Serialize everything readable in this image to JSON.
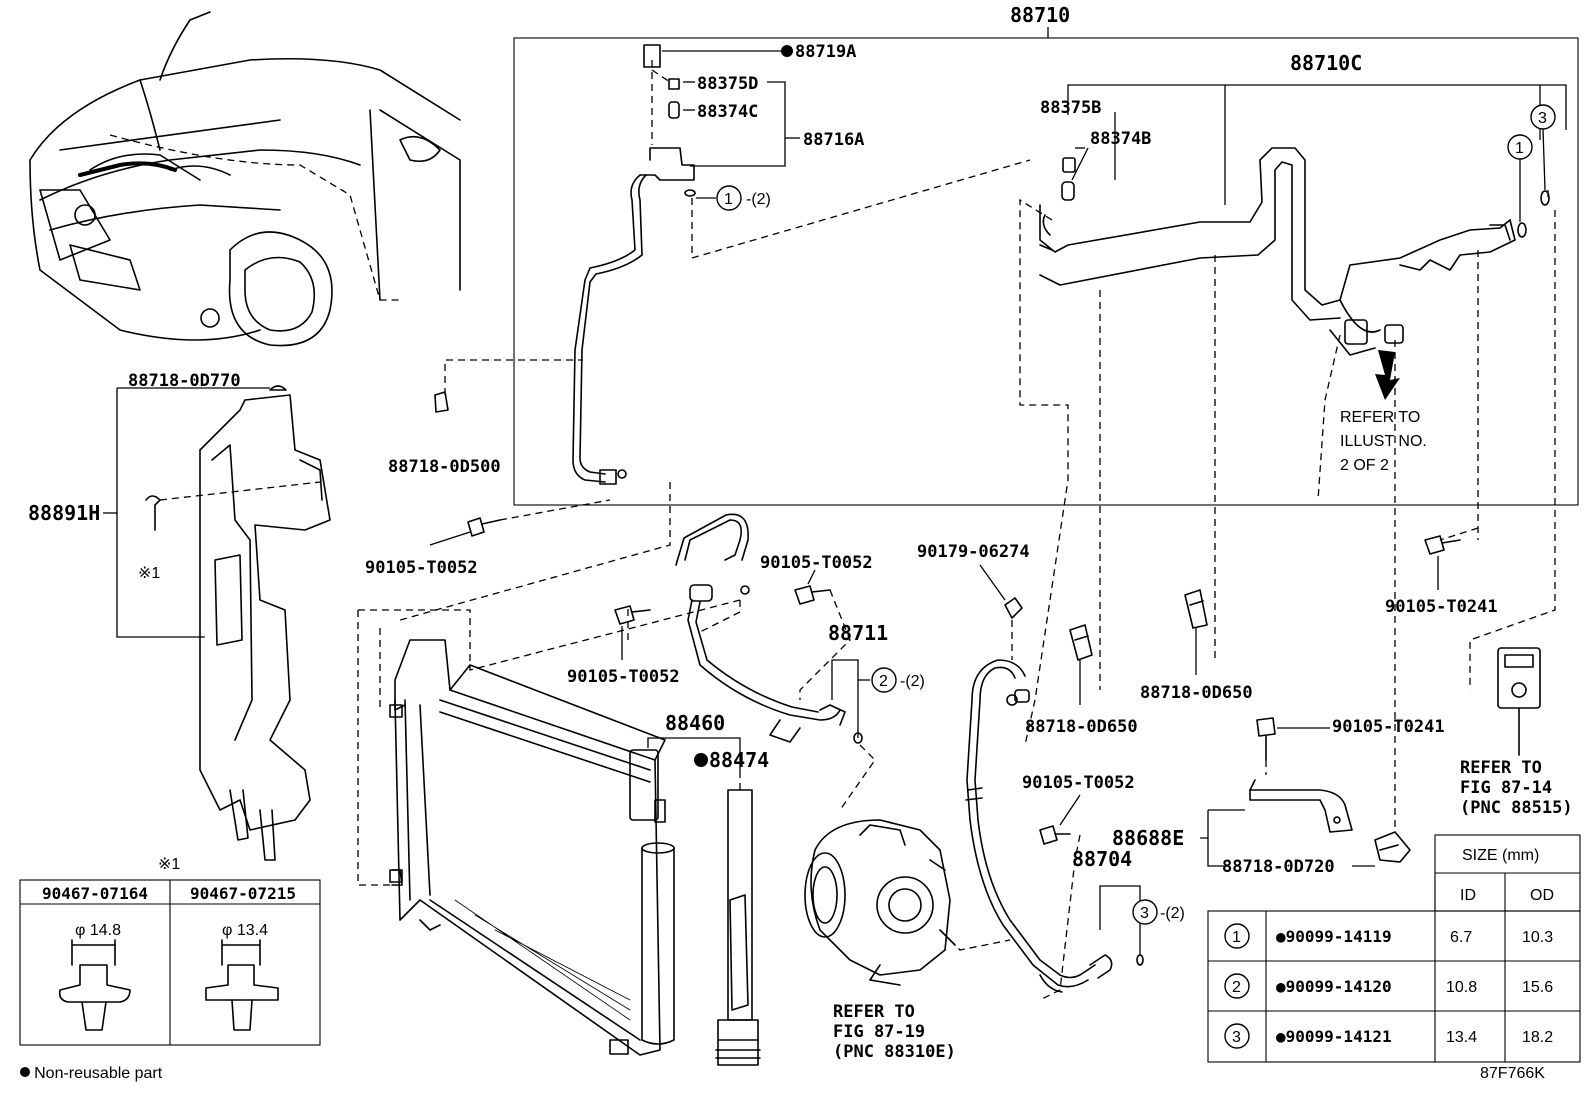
{
  "labels": {
    "assy_88710": "88710",
    "p88719A": "●88719A",
    "p88375D": "88375D",
    "p88374C": "88374C",
    "p88716A": "88716A",
    "ring_1_qty": "(2)",
    "p88710C": "88710C",
    "p88375B": "88375B",
    "p88374B": "88374B",
    "refer_illust": [
      "REFER TO",
      "ILLUST NO.",
      "2 OF 2"
    ],
    "p88718_0D770": "88718-0D770",
    "p88891H": "88891H",
    "clip_mark": "※1",
    "p88718_0D500": "88718-0D500",
    "p90105_T0052_a": "90105-T0052",
    "p90105_T0052_b": "90105-T0052",
    "p90105_T0052_c": "90105-T0052",
    "p90105_T0052_d": "90105-T0052",
    "p90179_06274": "90179-06274",
    "p88711": "88711",
    "ring_2_qty": "(2)",
    "p88718_0D650_a": "88718-0D650",
    "p88718_0D650_b": "88718-0D650",
    "p90105_T0241_a": "90105-T0241",
    "p90105_T0241_b": "90105-T0241",
    "refer_fig_8714": [
      "REFER TO",
      "FIG 87-14",
      "(PNC 88515)"
    ],
    "p88460": "88460",
    "p88474": "●88474",
    "p88688E": "88688E",
    "p88718_0D720": "88718-0D720",
    "p88704": "88704",
    "ring_3_qty": "(2)",
    "refer_fig_8719": [
      "REFER TO",
      "FIG 87-19",
      "(PNC 88310E)"
    ],
    "legend": "● Non-reusable part",
    "diagram_code": "87F766K"
  },
  "clip_table": {
    "mark": "※1",
    "headers": [
      "90467-07164",
      "90467-07215"
    ],
    "dims": [
      "φ 14.8",
      "φ 13.4"
    ]
  },
  "size_table": {
    "title": "SIZE (mm)",
    "col_id": "ID",
    "col_od": "OD",
    "rows": [
      {
        "num": "1",
        "part": "●90099-14119",
        "id": "6.7",
        "od": "10.3"
      },
      {
        "num": "2",
        "part": "●90099-14120",
        "id": "10.8",
        "od": "15.6"
      },
      {
        "num": "3",
        "part": "●90099-14121",
        "id": "13.4",
        "od": "18.2"
      }
    ]
  }
}
